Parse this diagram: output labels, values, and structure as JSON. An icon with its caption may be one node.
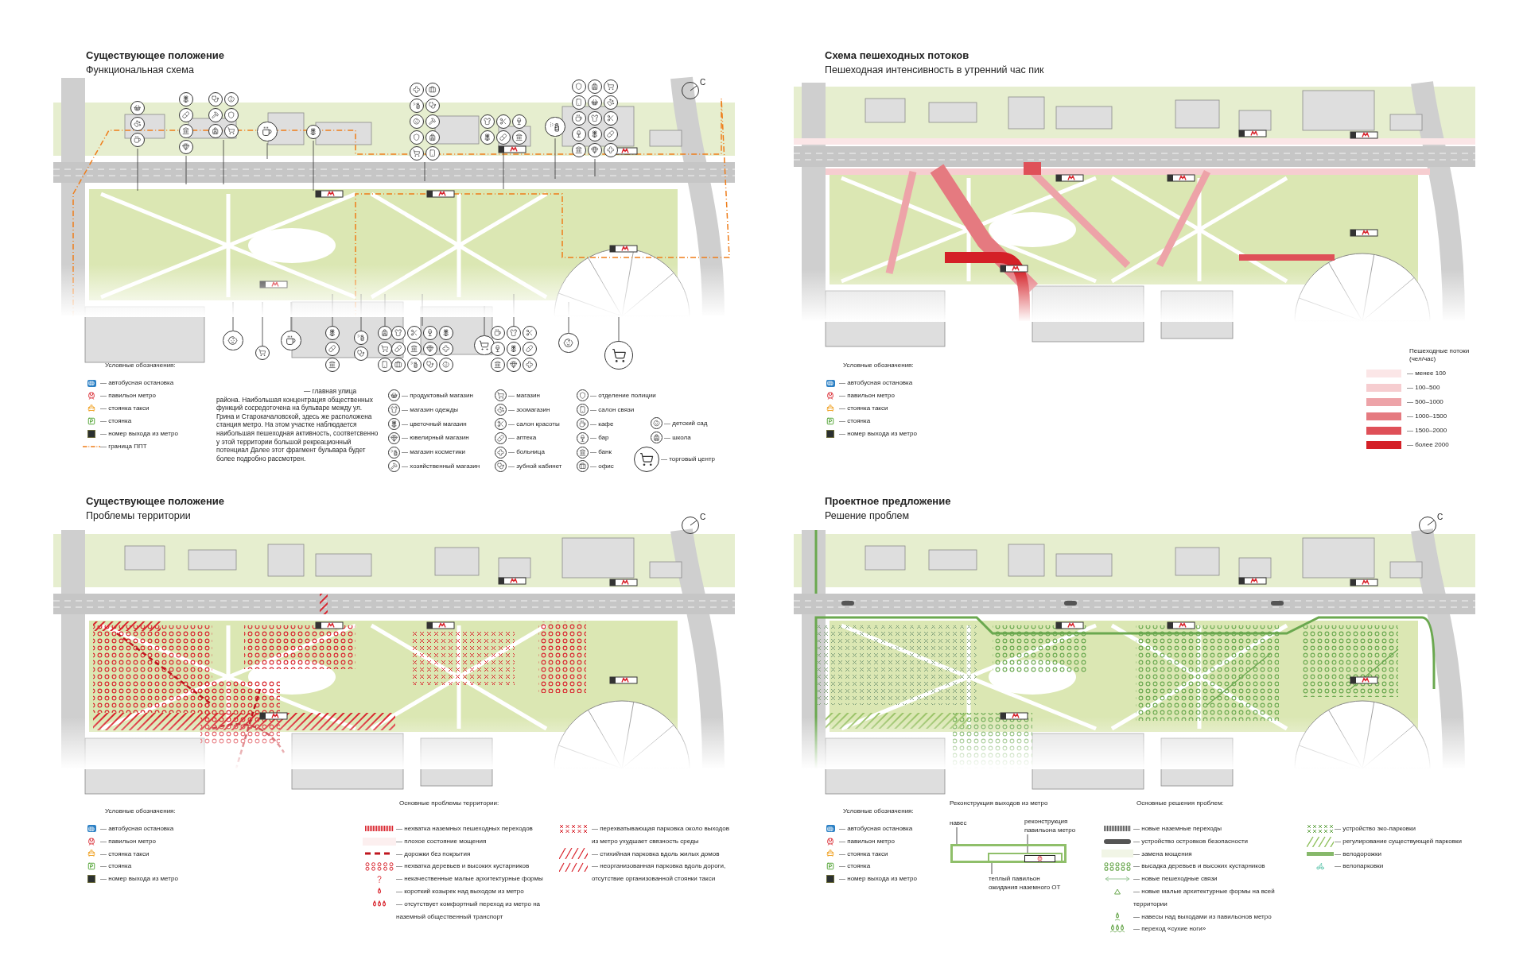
{
  "diagram": {
    "nodes": [
      {
        "text": [
          "навес"
        ]
      },
      {
        "text": [
          "реконструкция павильона метро"
        ]
      },
      {
        "text": [
          "теплый павильон ожидания наземного ОТ"
        ]
      },
      {
        "text": [],
        "shape": "box"
      },
      {
        "text": [],
        "shape": "box",
        "in": 3
      },
      {
        "text": [],
        "shape": "box",
        "in": 4
      }
    ],
    "edges": [
      {
        "from": 0,
        "to": 3,
        "arrow": "none"
      },
      {
        "from": 1,
        "to": 5,
        "arrow": "none"
      },
      {
        "from": 2,
        "to": 4,
        "arrow": "none"
      }
    ],
    "labels": [
      "Существующее положение",
      "Функциональная схема",
      "С",
      "Условные обозначения:",
      "— главная улица района. Наибольшая концентрация общественных функций сосредоточена на бульваре между ул. Грина и Старокачаловской, здесь же расположена станция метро. На этом участке наблюдается наибольшая пешеходная активность, соответсвенно у этой территории большой рекреационный потенциал Далее этот фрагмент бульвара будет более подробно рассмотрен.",
      "Схема пешеходных потоков",
      "Пешеходная интенсивность в утренний час пик",
      "Условные обозначения:",
      "Пешеходные потоки (чел/час)",
      "Существующее положение",
      "Проблемы территории",
      "С",
      "Условные обозначения:",
      "Основные проблемы территории:",
      "Проектное предложение",
      "Решение проблем",
      "С",
      "Условные обозначения:",
      "Реконструкция выходов из метро",
      "Основные решения проблем:"
    ],
    "legend": [
      {
        "text": "— автобусная остановка"
      },
      {
        "text": "— павильон метро"
      },
      {
        "text": "— стоянка такси"
      },
      {
        "text": "— стоянка"
      },
      {
        "text": "— номер выхода из метро"
      },
      {
        "text": "— граница ППТ"
      },
      {
        "text": "— продуктовый магазин"
      },
      {
        "text": "— магазин одежды"
      },
      {
        "text": "— цветочный магазин"
      },
      {
        "text": "— ювелирный магазин"
      },
      {
        "text": "— магазин косметики"
      },
      {
        "text": "— хозяйственный магазин"
      },
      {
        "text": "— магазин"
      },
      {
        "text": "— зоомагазин"
      },
      {
        "text": "— салон красоты"
      },
      {
        "text": "— аптека"
      },
      {
        "text": "— больница"
      },
      {
        "text": "— зубной кабинет"
      },
      {
        "text": "— отделение полиции"
      },
      {
        "text": "— салон связи"
      },
      {
        "text": "— кафе"
      },
      {
        "text": "— бар"
      },
      {
        "text": "— банк"
      },
      {
        "text": "— офис"
      },
      {
        "text": "— детский сад"
      },
      {
        "text": "— школа"
      },
      {
        "text": "— торговый центр"
      },
      {
        "text": "— автобусная остановка"
      },
      {
        "text": "— павильон метро"
      },
      {
        "text": "— стоянка такси"
      },
      {
        "text": "— стоянка"
      },
      {
        "text": "— номер выхода из метро"
      },
      {
        "text": "— менее 100",
        "color": "#fbe6e7"
      },
      {
        "text": "— 100–500",
        "color": "#f6cdd0"
      },
      {
        "text": "— 500–1000",
        "color": "#eda3a8"
      },
      {
        "text": "— 1000–1500",
        "color": "#e57a80"
      },
      {
        "text": "— 1500–2000",
        "color": "#df5058"
      },
      {
        "text": "— более 2000",
        "color": "#d42027"
      },
      {
        "text": "— автобусная остановка"
      },
      {
        "text": "— павильон метро"
      },
      {
        "text": "— стоянка такси"
      },
      {
        "text": "— стоянка"
      },
      {
        "text": "— номер выхода из метро"
      },
      {
        "text": "— нехватка наземных пешеходных переходов"
      },
      {
        "text": "— плохое состояние мощения",
        "color": "#fcefef"
      },
      {
        "text": "— дорожки без покрытия"
      },
      {
        "text": "— нехватка деревьев и высоких кустарников"
      },
      {
        "text": "— некачественные малые архитектурные формы"
      },
      {
        "text": "— короткий козырек над выходом из метро"
      },
      {
        "text": "— отсутствует комфортный переход из метро на наземный общественный транспорт"
      },
      {
        "text": "— перехватывающая парковка около выходов из метро ухудшает связность среды"
      },
      {
        "text": "— стихийная парковка вдоль жилых домов"
      },
      {
        "text": "— неорганизованная парковка вдоль дороги, отсутствие организованной стоянки такси"
      },
      {
        "text": "— автобусная остановка"
      },
      {
        "text": "— павильон метро"
      },
      {
        "text": "— стоянка такси"
      },
      {
        "text": "— стоянка"
      },
      {
        "text": "— номер выхода из метро"
      },
      {
        "text": "— новые наземные переходы"
      },
      {
        "text": "— устройство островков безопасности"
      },
      {
        "text": "— замена мощения",
        "color": "#f1f5e6"
      },
      {
        "text": "— высадка деревьев и высоких кустарников"
      },
      {
        "text": "— новые пешеходные связи"
      },
      {
        "text": "— новые малые архитектурные формы на всей территории"
      },
      {
        "text": "— навесы над выходами из павильонов метро"
      },
      {
        "text": "— переход «сухие ноги»"
      },
      {
        "text": "— устройство эко-парковки"
      },
      {
        "text": "— регулирование существующей парковки"
      },
      {
        "text": "— велодорожки"
      },
      {
        "text": "— велопарковки"
      }
    ]
  }
}
